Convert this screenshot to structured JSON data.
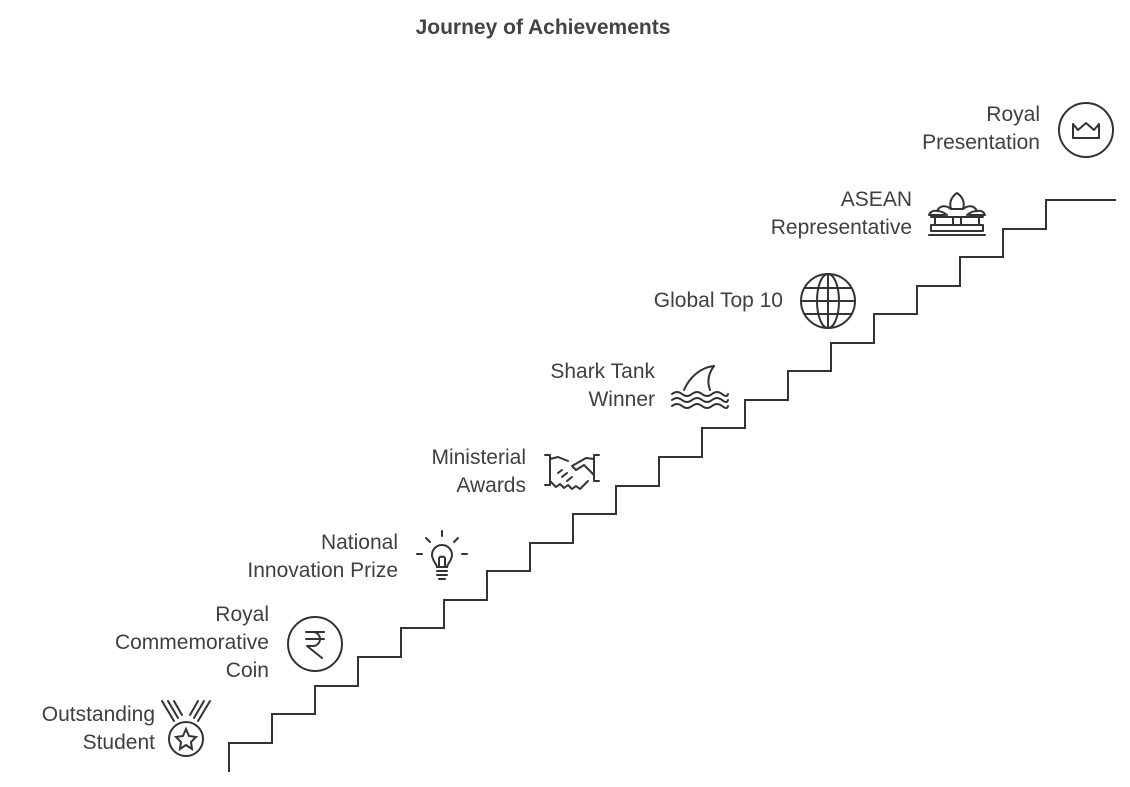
{
  "title": "Journey of Achievements",
  "steps": [
    {
      "icon": "medal-icon",
      "lines": [
        "Outstanding",
        "Student"
      ]
    },
    {
      "icon": "rupee-coin-icon",
      "lines": [
        "Royal",
        "Commemorative",
        "Coin"
      ]
    },
    {
      "icon": "lightbulb-icon",
      "lines": [
        "National",
        "Innovation Prize"
      ]
    },
    {
      "icon": "handshake-icon",
      "lines": [
        "Ministerial",
        "Awards"
      ]
    },
    {
      "icon": "shark-fin-icon",
      "lines": [
        "Shark Tank",
        "Winner"
      ]
    },
    {
      "icon": "globe-icon",
      "lines": [
        "Global Top 10"
      ]
    },
    {
      "icon": "temple-icon",
      "lines": [
        "ASEAN",
        "Representative"
      ]
    },
    {
      "icon": "crown-icon",
      "lines": [
        "Royal",
        "Presentation"
      ]
    }
  ],
  "colors": {
    "stroke": "#333333",
    "text": "#3f3f3f"
  }
}
